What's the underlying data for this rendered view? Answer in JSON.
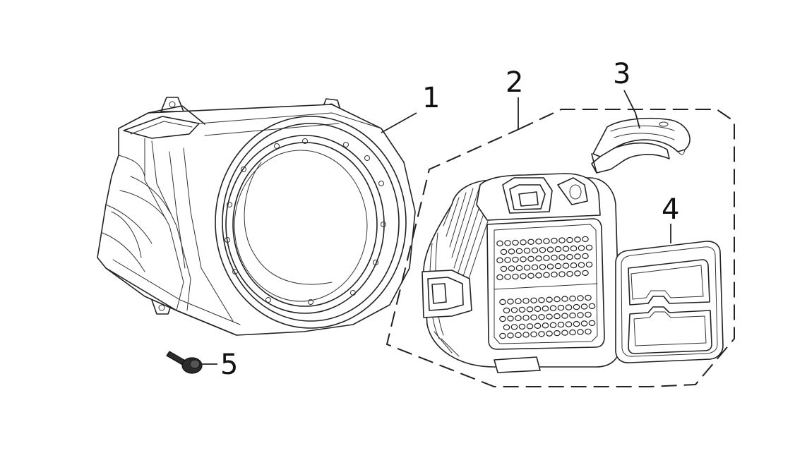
{
  "callouts": [
    {
      "id": "cover",
      "label": "1"
    },
    {
      "id": "assembly",
      "label": "2"
    },
    {
      "id": "deflector",
      "label": "3"
    },
    {
      "id": "gasket",
      "label": "4"
    },
    {
      "id": "bolt",
      "label": "5"
    }
  ],
  "colors": {
    "line": "#222222",
    "background": "#ffffff"
  }
}
